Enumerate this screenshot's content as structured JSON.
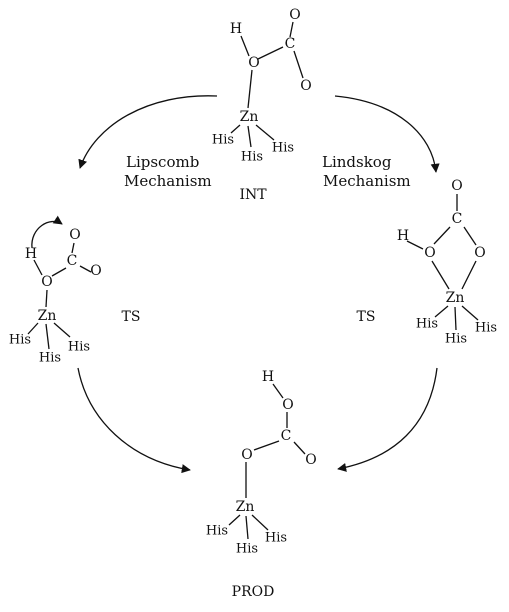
{
  "atoms": {
    "hydrogen": "H",
    "oxygen": "O",
    "carbon": "C",
    "zinc": "Zn",
    "histidine": "His"
  },
  "mechanisms": {
    "left_line1": "Lipscomb",
    "left_line2": "Mechanism",
    "right_line1": "Lindskog",
    "right_line2": "Mechanism"
  },
  "states": {
    "intermediate": "INT",
    "transition_left": "TS",
    "transition_right": "TS",
    "product": "PROD"
  }
}
